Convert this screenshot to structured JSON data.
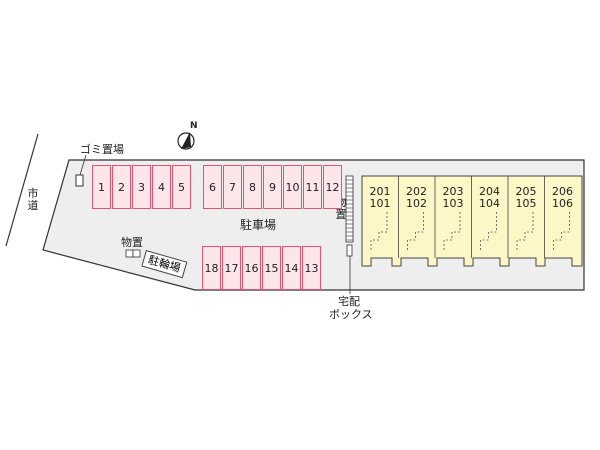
{
  "labels": {
    "road": "市道",
    "garbage": "ゴミ置場",
    "parking": "駐車場",
    "storage_left": "物置",
    "bike": "駐輪場",
    "storage_right": "物置",
    "delivery_line1": "宅配",
    "delivery_line2": "ボックス"
  },
  "compass": {
    "north": "N"
  },
  "parking_top": [
    "1",
    "2",
    "3",
    "4",
    "5",
    "6",
    "7",
    "8",
    "9",
    "10",
    "11",
    "12"
  ],
  "parking_bottom": [
    "18",
    "17",
    "16",
    "15",
    "14",
    "13"
  ],
  "units": [
    {
      "upper": "201",
      "lower": "101"
    },
    {
      "upper": "202",
      "lower": "102"
    },
    {
      "upper": "203",
      "lower": "103"
    },
    {
      "upper": "204",
      "lower": "104"
    },
    {
      "upper": "205",
      "lower": "105"
    },
    {
      "upper": "206",
      "lower": "106"
    }
  ],
  "colors": {
    "lot": "#eeeeee",
    "parking_fill": "#fde6ea",
    "parking_border": "#e05570",
    "building": "#fdf7c8"
  }
}
